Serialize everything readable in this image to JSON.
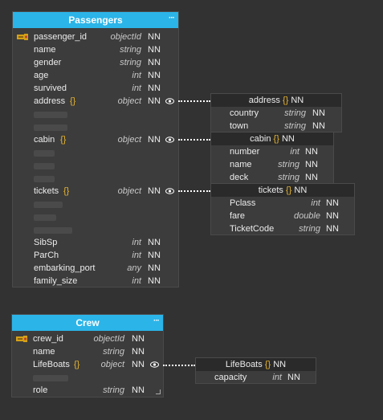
{
  "passengers": {
    "title": "Passengers",
    "menu": "···",
    "fields": [
      {
        "name": "passenger_id",
        "type": "objectId",
        "nn": "NN"
      },
      {
        "name": "name",
        "type": "string",
        "nn": "NN"
      },
      {
        "name": "gender",
        "type": "string",
        "nn": "NN"
      },
      {
        "name": "age",
        "type": "int",
        "nn": "NN"
      },
      {
        "name": "survived",
        "type": "int",
        "nn": "NN"
      },
      {
        "name": "address",
        "brace": "{}",
        "type": "object",
        "nn": "NN"
      },
      {
        "name": "cabin",
        "brace": "{}",
        "type": "object",
        "nn": "NN"
      },
      {
        "name": "tickets",
        "brace": "{}",
        "type": "object",
        "nn": "NN"
      },
      {
        "name": "SibSp",
        "type": "int",
        "nn": "NN"
      },
      {
        "name": "ParCh",
        "type": "int",
        "nn": "NN"
      },
      {
        "name": "embarking_port",
        "type": "any",
        "nn": "NN"
      },
      {
        "name": "family_size",
        "type": "int",
        "nn": "NN"
      }
    ]
  },
  "address": {
    "title": "address",
    "brace": "{}",
    "nn": "NN",
    "fields": [
      {
        "name": "country",
        "type": "string",
        "nn": "NN"
      },
      {
        "name": "town",
        "type": "string",
        "nn": "NN"
      }
    ]
  },
  "cabin": {
    "title": "cabin",
    "brace": "{}",
    "nn": "NN",
    "fields": [
      {
        "name": "number",
        "type": "int",
        "nn": "NN"
      },
      {
        "name": "name",
        "type": "string",
        "nn": "NN"
      },
      {
        "name": "deck",
        "type": "string",
        "nn": "NN"
      }
    ]
  },
  "tickets": {
    "title": "tickets",
    "brace": "{}",
    "nn": "NN",
    "fields": [
      {
        "name": "Pclass",
        "type": "int",
        "nn": "NN"
      },
      {
        "name": "fare",
        "type": "double",
        "nn": "NN"
      },
      {
        "name": "TicketCode",
        "type": "string",
        "nn": "NN"
      }
    ]
  },
  "crew": {
    "title": "Crew",
    "menu": "···",
    "fields": [
      {
        "name": "crew_id",
        "type": "objectId",
        "nn": "NN"
      },
      {
        "name": "name",
        "type": "string",
        "nn": "NN"
      },
      {
        "name": "LifeBoats",
        "brace": "{}",
        "type": "object",
        "nn": "NN"
      },
      {
        "name": "role",
        "type": "string",
        "nn": "NN"
      }
    ]
  },
  "lifeboats": {
    "title": "LifeBoats",
    "brace": "{}",
    "nn": "NN",
    "fields": [
      {
        "name": "capacity",
        "type": "int",
        "nn": "NN"
      }
    ]
  },
  "colors": {
    "header_accent": "#2bb4e8",
    "brace": "#e8b530",
    "key_icon": "#d4a017"
  }
}
